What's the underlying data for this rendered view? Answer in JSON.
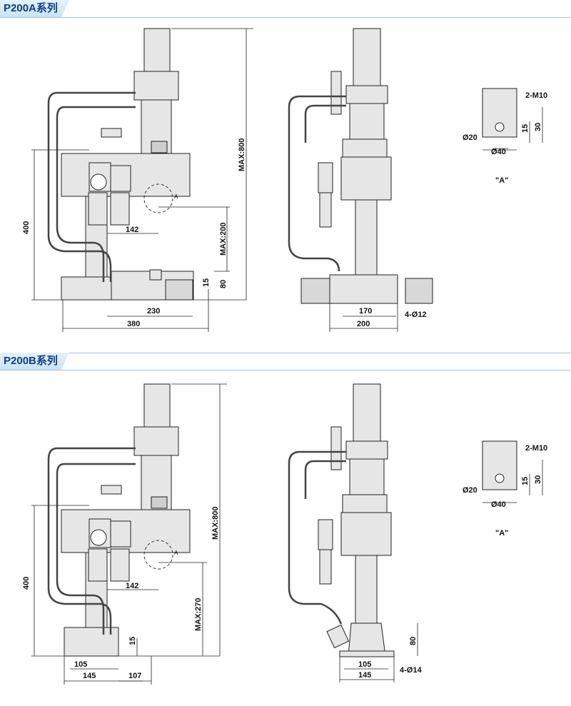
{
  "panel_a": {
    "title": "P200A系列",
    "dims": {
      "max800": "MAX:800",
      "h400": "400",
      "d142": "142",
      "max200": "MAX:200",
      "d80": "80",
      "d15": "15",
      "d230": "230",
      "d380": "380",
      "d170": "170",
      "d200": "200",
      "holes": "4-Ø12"
    },
    "detail": {
      "thread": "2-M10",
      "d30": "30",
      "d15": "15",
      "dia20": "Ø20",
      "dia40": "Ø40",
      "label": "\"A\"",
      "callout": "A"
    }
  },
  "panel_b": {
    "title": "P200B系列",
    "dims": {
      "max800": "MAX:800",
      "h400": "400",
      "d142": "142",
      "max270": "MAX:270",
      "d15": "15",
      "d105": "105",
      "d145": "145",
      "d107": "107",
      "d80": "80",
      "d105r": "105",
      "d145r": "145",
      "holes": "4-Ø14"
    },
    "detail": {
      "thread": "2-M10",
      "d30": "30",
      "d15": "15",
      "dia20": "Ø20",
      "dia40": "Ø40",
      "label": "\"A\"",
      "callout": "A"
    }
  },
  "colors": {
    "accent": "#0d3f83",
    "part_fill": "#e6e6e6",
    "line": "#222222",
    "header_bg": "#d6ebf7"
  }
}
